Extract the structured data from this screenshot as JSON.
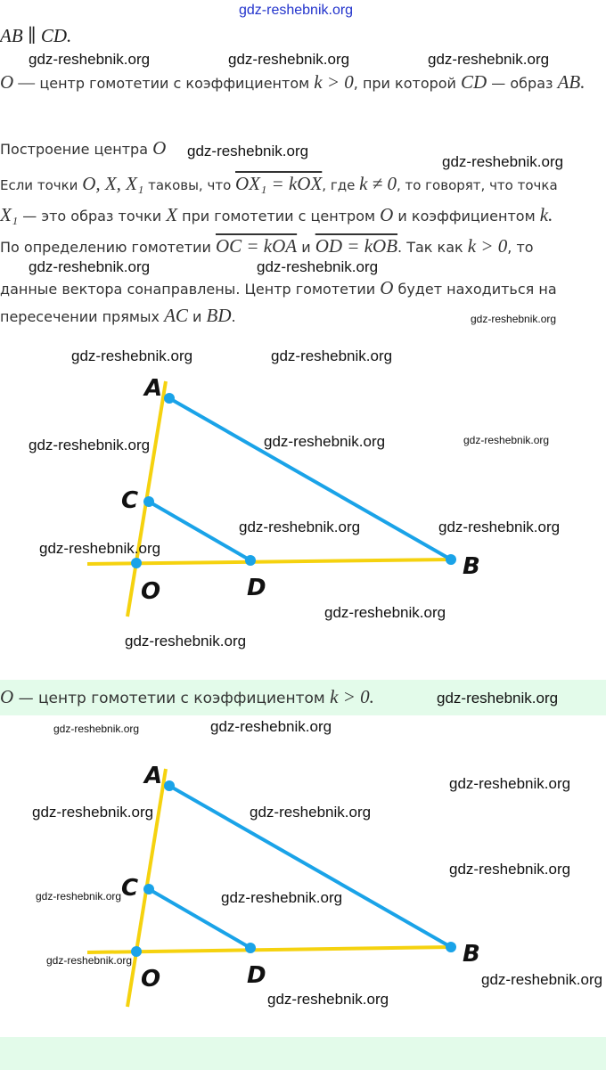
{
  "header_watermark": "gdz-reshebnik.org",
  "lines": {
    "l1": "AB ∥ CD.",
    "l2a": "O — ",
    "l2b": "центр гомотетии с коэффициентом ",
    "l2c": "k > 0",
    "l2d": ", при которой ",
    "l2e": "CD",
    "l2f": " — образ ",
    "l2g": "AB.",
    "l3a": "Построение центра ",
    "l3b": "O",
    "l4a": "Если точки ",
    "l4b": "O, X, X₁",
    "l4c": " таковы, что ",
    "l4d": "OX₁ = kOX",
    "l4e": ", где ",
    "l4f": "k ≠ 0",
    "l4g": ", то говорят, что точка",
    "l5a": "X₁",
    "l5b": " — это образ точки ",
    "l5c": "X",
    "l5d": " при гомотетии с центром ",
    "l5e": "O",
    "l5f": " и коэффициентом ",
    "l5g": "k.",
    "l6a": "По определению гомотетии ",
    "l6b": "OC = kOA",
    "l6c": " и ",
    "l6d": "OD = kOB",
    "l6e": ". Так как ",
    "l6f": "k > 0",
    "l6g": ", то",
    "l7a": "данные вектора сонаправлены. Центр гомотетии ",
    "l7b": "O",
    "l7c": " будет находиться на",
    "l8a": "пересечении прямых ",
    "l8b": "AC",
    "l8c": " и ",
    "l8d": "BD",
    "l8e": "."
  },
  "answer": {
    "a": "O",
    "b": " — центр гомотетии с коэффициентом ",
    "c": "k > 0."
  },
  "diagram_labels": {
    "A": "A",
    "B": "B",
    "C": "C",
    "D": "D",
    "O": "O"
  },
  "watermark": "gdz-reshebnik.org",
  "colors": {
    "blue": "#1aa3e8",
    "yellow": "#f5d20f",
    "band": "#e3fbea"
  }
}
